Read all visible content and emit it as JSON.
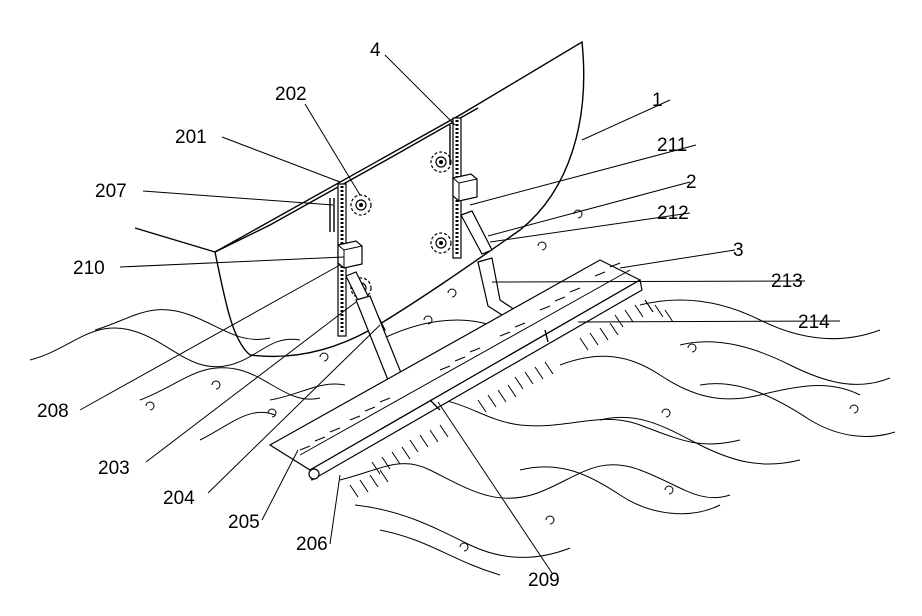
{
  "figure": {
    "labels": [
      "1",
      "2",
      "3",
      "4",
      "201",
      "202",
      "203",
      "204",
      "205",
      "206",
      "207",
      "208",
      "209",
      "210",
      "211",
      "212",
      "213",
      "214"
    ],
    "colors": {
      "line": "#000000",
      "background": "#ffffff"
    }
  }
}
